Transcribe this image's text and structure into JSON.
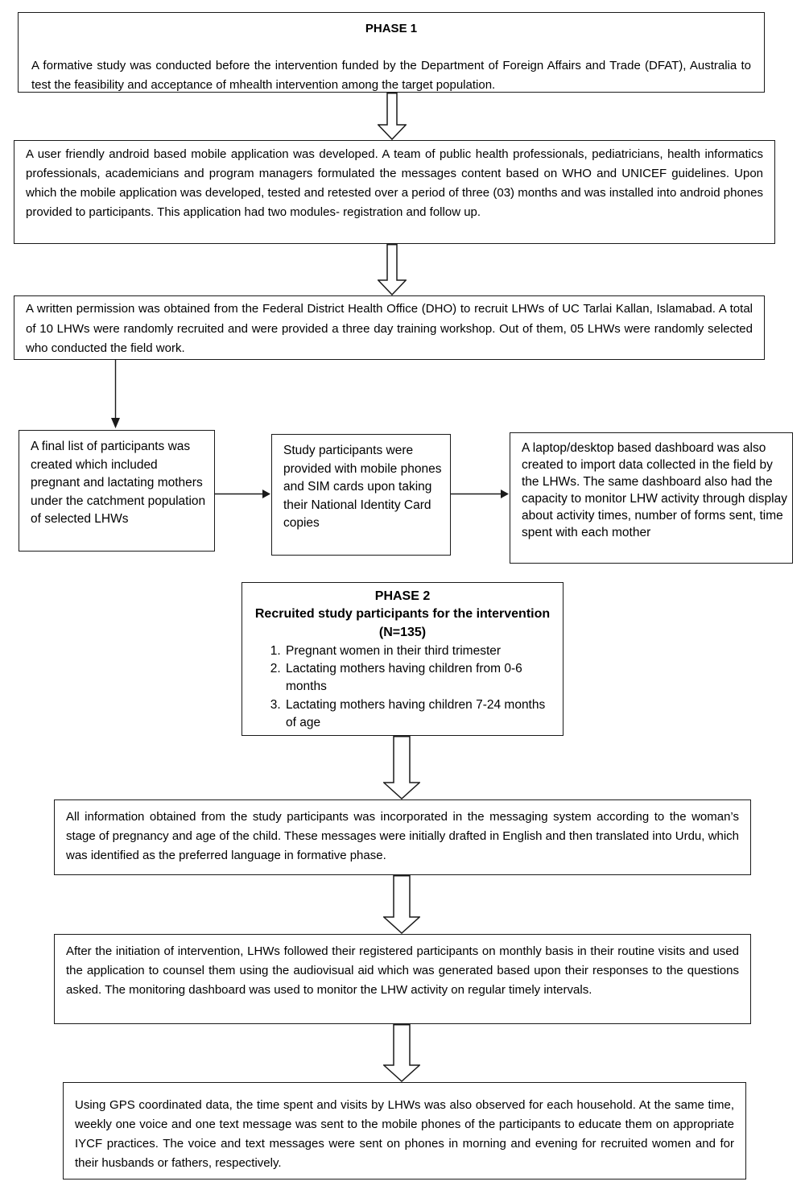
{
  "diagram": {
    "type": "flowchart",
    "colors": {
      "background": "#ffffff",
      "border": "#1a1a1a",
      "text": "#000000"
    }
  },
  "boxes": {
    "phase1": {
      "title": "PHASE 1",
      "body": "A formative study was conducted before the intervention funded by the Department of Foreign Affairs and Trade (DFAT), Australia to test the feasibility and acceptance of mhealth intervention among the target population."
    },
    "app_development": {
      "body": "A user friendly android based mobile application was developed. A team of public health professionals, pediatricians, health informatics professionals, academicians and program managers formulated the messages content based on WHO and UNICEF guidelines. Upon which the mobile application was developed, tested and retested over a period of three (03) months and was installed into android phones provided to participants. This application had two modules- registration and follow up."
    },
    "permission": {
      "body": "A written permission was obtained from the Federal District Health Office (DHO) to recruit LHWs of UC Tarlai Kallan, Islamabad. A total of 10 LHWs were randomly recruited and were provided a three day training workshop. Out of them, 05 LHWs were randomly selected who conducted the field work."
    },
    "final_list": {
      "body": "A final list of participants was created which included pregnant and lactating mothers under the catchment population of selected LHWs"
    },
    "sim_provision": {
      "body": "Study participants were provided with mobile phones and SIM cards upon taking their National Identity Card copies"
    },
    "dashboard": {
      "body": "A laptop/desktop based dashboard was also created to import data collected in the field by the LHWs. The same dashboard also had the capacity to monitor LHW activity through display about activity times, number of forms sent, time spent with each mother"
    },
    "phase2": {
      "title": "PHASE 2",
      "subtitle": "Recruited study participants for the intervention",
      "n_label": "(N=135)",
      "items": [
        "Pregnant women in their third trimester",
        "Lactating mothers having children from 0-6 months",
        "Lactating mothers having children 7-24 months of age"
      ]
    },
    "messaging": {
      "body": "All information obtained from the study participants was incorporated in the messaging system according to the woman’s stage of pregnancy and age of the child. These messages were initially drafted in English and then translated into Urdu, which was identified as the preferred language in formative phase."
    },
    "follow_up": {
      "body": "After the initiation of intervention, LHWs followed their registered participants on monthly basis in their routine visits and used the application to counsel them using the audiovisual aid which was generated based upon their responses to the questions asked. The monitoring dashboard was used to monitor the LHW activity on regular timely intervals."
    },
    "gps_monitoring": {
      "body": "Using GPS coordinated data, the time spent and visits by LHWs was also observed for each household. At the same time, weekly one voice and one text message was sent to the mobile phones of the participants to educate them on appropriate IYCF practices. The voice and text messages were sent on phones in morning and evening for recruited women and for their husbands or fathers, respectively."
    }
  }
}
